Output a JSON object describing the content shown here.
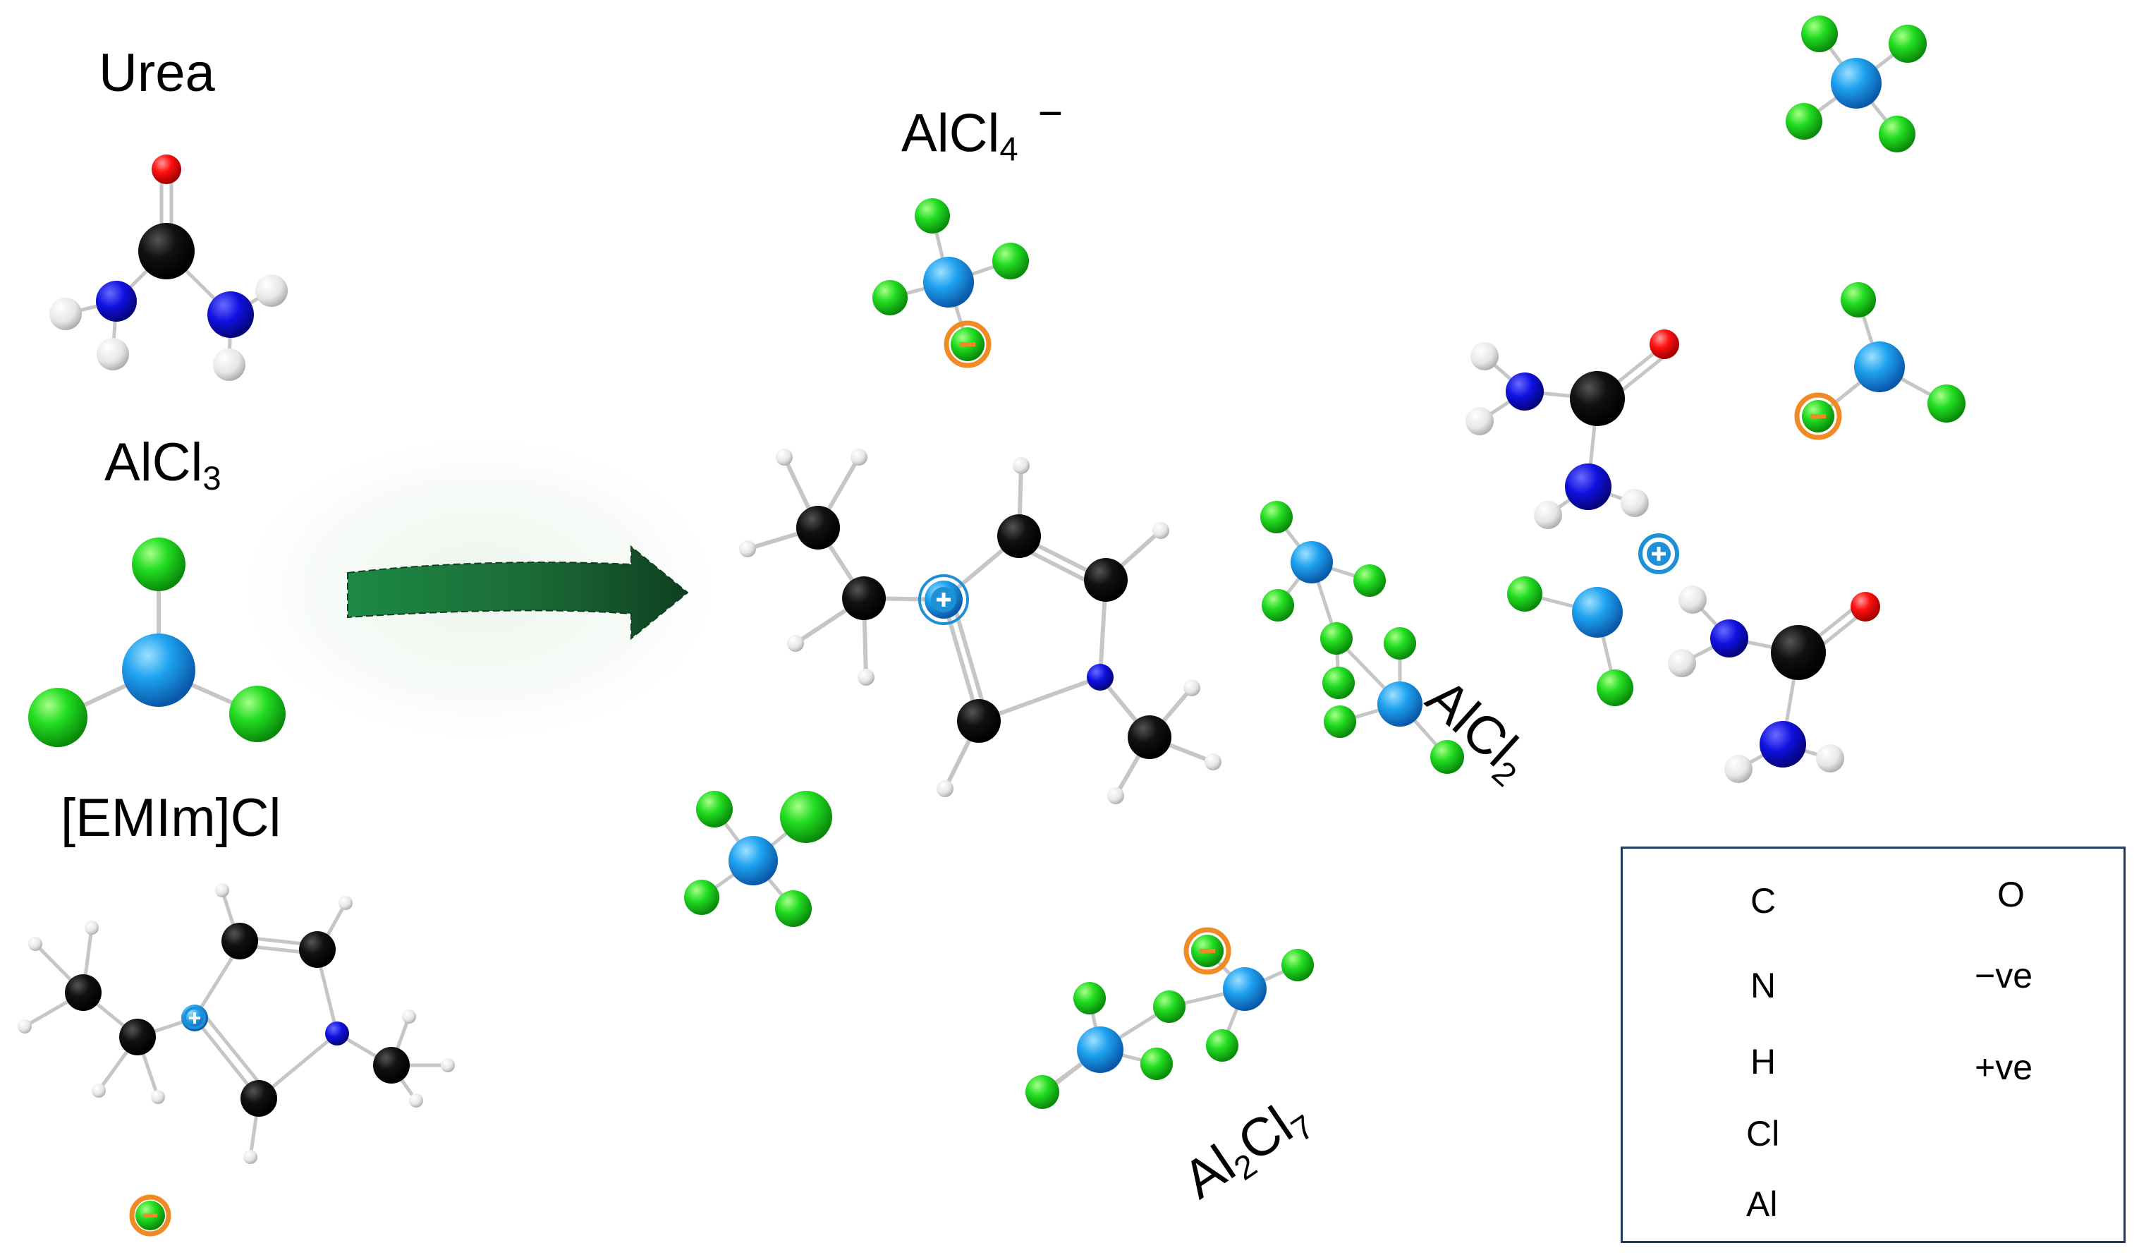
{
  "labels": {
    "urea": "Urea",
    "alcl3_base": "AlCl",
    "alcl3_sub": "3",
    "emimcl": "[EMIm]Cl",
    "alcl4_base": "AlCl",
    "alcl4_sub": "4",
    "alcl4_charge": "−",
    "alcl2_base": "AlCl",
    "alcl2_sub": "2",
    "al2cl7_al": "Al",
    "al2cl7_sub1": "2",
    "al2cl7_cl": "Cl",
    "al2cl7_sub2": "7"
  },
  "legend": {
    "items": [
      {
        "label": "C",
        "color": "#000000",
        "icon": "atom-sphere"
      },
      {
        "label": "N",
        "color": "#1a6fd0",
        "icon": "atom-sphere"
      },
      {
        "label": "H",
        "color": "#ffffff",
        "icon": "atom-sphere"
      },
      {
        "label": "Cl",
        "color": "#1faa1f",
        "icon": "atom-sphere"
      },
      {
        "label": "Al",
        "color": "#1aa3e8",
        "icon": "atom-sphere"
      },
      {
        "label": "O",
        "color": "#ff0000",
        "icon": "atom-sphere"
      },
      {
        "label": "−ve",
        "color": "#f08a24",
        "icon": "negative-charge-icon"
      },
      {
        "label": "+ve",
        "color": "#1e90d6",
        "icon": "positive-charge-icon"
      }
    ]
  },
  "colors": {
    "carbon": "#000000",
    "nitrogen": "#0a0adc",
    "hydrogen": "#e8e8e8",
    "chlorine": "#1fd11f",
    "aluminium": "#1a8fe0",
    "oxygen": "#ff0000",
    "arrow": "#1e7a3c",
    "negative_charge": "#f08a24",
    "positive_charge": "#1e90d6"
  }
}
